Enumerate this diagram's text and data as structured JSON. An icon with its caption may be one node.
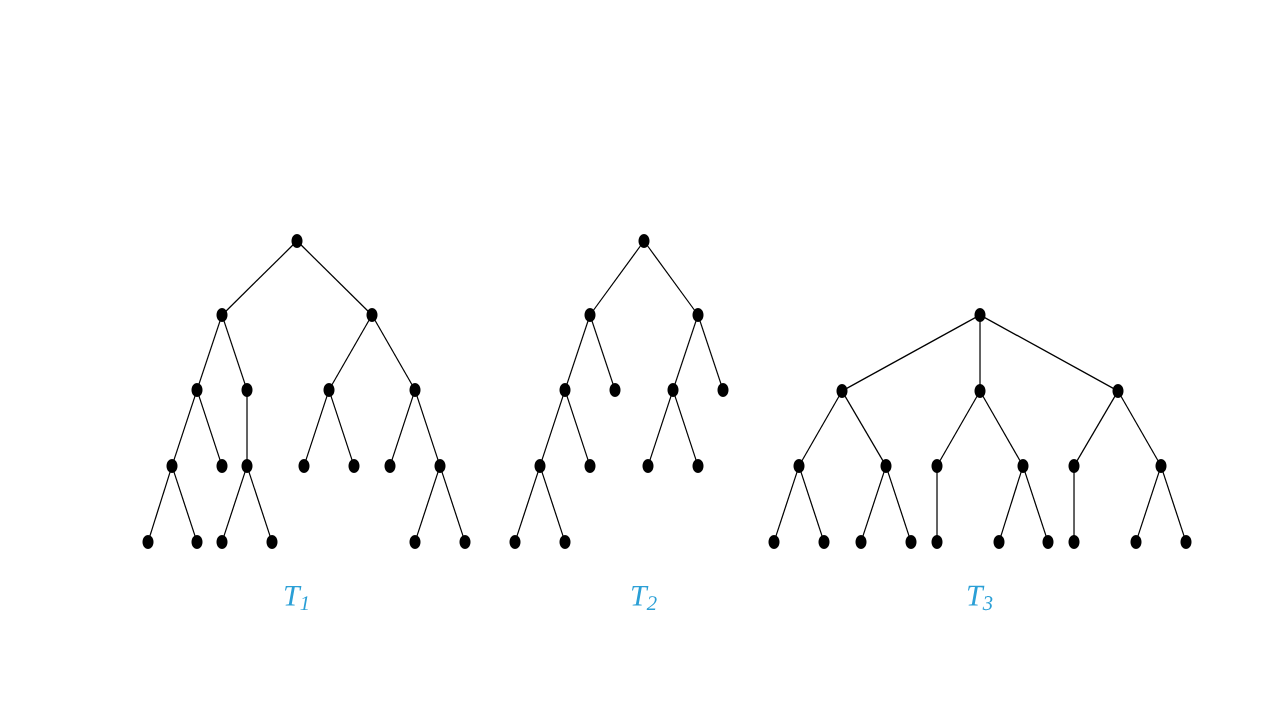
{
  "diagram": {
    "nodes": [
      {
        "text": [],
        "shape": "circle"
      },
      {
        "text": [],
        "shape": "circle"
      },
      {
        "text": [],
        "shape": "circle"
      },
      {
        "text": [],
        "shape": "circle"
      },
      {
        "text": [],
        "shape": "circle"
      },
      {
        "text": [],
        "shape": "circle"
      },
      {
        "text": [],
        "shape": "circle"
      },
      {
        "text": [],
        "shape": "circle"
      },
      {
        "text": [],
        "shape": "circle"
      },
      {
        "text": [],
        "shape": "circle"
      },
      {
        "text": [],
        "shape": "circle"
      },
      {
        "text": [],
        "shape": "circle"
      },
      {
        "text": [],
        "shape": "circle"
      },
      {
        "text": [],
        "shape": "circle"
      },
      {
        "text": [],
        "shape": "circle"
      },
      {
        "text": [],
        "shape": "circle"
      },
      {
        "text": [],
        "shape": "circle"
      },
      {
        "text": [],
        "shape": "circle"
      },
      {
        "text": [],
        "shape": "circle"
      },
      {
        "text": [],
        "shape": "circle"
      },
      {
        "text": [],
        "shape": "circle"
      },
      {
        "text": [],
        "shape": "circle"
      },
      {
        "text": [],
        "shape": "circle"
      },
      {
        "text": [],
        "shape": "circle"
      },
      {
        "text": [],
        "shape": "circle"
      },
      {
        "text": [],
        "shape": "circle"
      },
      {
        "text": [],
        "shape": "circle"
      },
      {
        "text": [],
        "shape": "circle"
      },
      {
        "text": [],
        "shape": "circle"
      },
      {
        "text": [],
        "shape": "circle"
      },
      {
        "text": [],
        "shape": "circle"
      },
      {
        "text": [],
        "shape": "circle"
      },
      {
        "text": [],
        "shape": "circle"
      },
      {
        "text": [],
        "shape": "circle"
      },
      {
        "text": [],
        "shape": "circle"
      },
      {
        "text": [],
        "shape": "circle"
      },
      {
        "text": [],
        "shape": "circle"
      },
      {
        "text": [],
        "shape": "circle"
      },
      {
        "text": [],
        "shape": "circle"
      },
      {
        "text": [],
        "shape": "circle"
      },
      {
        "text": [],
        "shape": "circle"
      },
      {
        "text": [],
        "shape": "circle"
      },
      {
        "text": [],
        "shape": "circle"
      },
      {
        "text": [],
        "shape": "circle"
      },
      {
        "text": [],
        "shape": "circle"
      },
      {
        "text": [],
        "shape": "circle"
      },
      {
        "text": [],
        "shape": "circle"
      },
      {
        "text": [],
        "shape": "circle"
      },
      {
        "text": [],
        "shape": "circle"
      },
      {
        "text": [],
        "shape": "circle"
      },
      {
        "text": [],
        "shape": "circle"
      },
      {
        "text": [],
        "shape": "circle"
      },
      {
        "text": [],
        "shape": "circle"
      }
    ],
    "edges": [
      {
        "from": 0,
        "to": 1,
        "arrow": "none"
      },
      {
        "from": 0,
        "to": 2,
        "arrow": "none"
      },
      {
        "from": 1,
        "to": 3,
        "arrow": "none"
      },
      {
        "from": 1,
        "to": 4,
        "arrow": "none"
      },
      {
        "from": 2,
        "to": 5,
        "arrow": "none"
      },
      {
        "from": 2,
        "to": 6,
        "arrow": "none"
      },
      {
        "from": 3,
        "to": 7,
        "arrow": "none"
      },
      {
        "from": 3,
        "to": 8,
        "arrow": "none"
      },
      {
        "from": 4,
        "to": 9,
        "arrow": "none"
      },
      {
        "from": 5,
        "to": 10,
        "arrow": "none"
      },
      {
        "from": 5,
        "to": 11,
        "arrow": "none"
      },
      {
        "from": 6,
        "to": 12,
        "arrow": "none"
      },
      {
        "from": 6,
        "to": 13,
        "arrow": "none"
      },
      {
        "from": 7,
        "to": 14,
        "arrow": "none"
      },
      {
        "from": 7,
        "to": 15,
        "arrow": "none"
      },
      {
        "from": 9,
        "to": 16,
        "arrow": "none"
      },
      {
        "from": 9,
        "to": 17,
        "arrow": "none"
      },
      {
        "from": 13,
        "to": 18,
        "arrow": "none"
      },
      {
        "from": 13,
        "to": 19,
        "arrow": "none"
      },
      {
        "from": 20,
        "to": 21,
        "arrow": "none"
      },
      {
        "from": 20,
        "to": 22,
        "arrow": "none"
      },
      {
        "from": 21,
        "to": 23,
        "arrow": "none"
      },
      {
        "from": 21,
        "to": 24,
        "arrow": "none"
      },
      {
        "from": 22,
        "to": 25,
        "arrow": "none"
      },
      {
        "from": 22,
        "to": 26,
        "arrow": "none"
      },
      {
        "from": 23,
        "to": 27,
        "arrow": "none"
      },
      {
        "from": 23,
        "to": 28,
        "arrow": "none"
      },
      {
        "from": 25,
        "to": 29,
        "arrow": "none"
      },
      {
        "from": 25,
        "to": 30,
        "arrow": "none"
      },
      {
        "from": 27,
        "to": 31,
        "arrow": "none"
      },
      {
        "from": 27,
        "to": 32,
        "arrow": "none"
      },
      {
        "from": 33,
        "to": 34,
        "arrow": "none"
      },
      {
        "from": 33,
        "to": 35,
        "arrow": "none"
      },
      {
        "from": 33,
        "to": 36,
        "arrow": "none"
      },
      {
        "from": 34,
        "to": 37,
        "arrow": "none"
      },
      {
        "from": 34,
        "to": 38,
        "arrow": "none"
      },
      {
        "from": 35,
        "to": 39,
        "arrow": "none"
      },
      {
        "from": 35,
        "to": 40,
        "arrow": "none"
      },
      {
        "from": 36,
        "to": 41,
        "arrow": "none"
      },
      {
        "from": 36,
        "to": 42,
        "arrow": "none"
      },
      {
        "from": 37,
        "to": 43,
        "arrow": "none"
      },
      {
        "from": 37,
        "to": 44,
        "arrow": "none"
      },
      {
        "from": 38,
        "to": 45,
        "arrow": "none"
      },
      {
        "from": 38,
        "to": 46,
        "arrow": "none"
      },
      {
        "from": 39,
        "to": 47,
        "arrow": "none"
      },
      {
        "from": 40,
        "to": 48,
        "arrow": "none"
      },
      {
        "from": 40,
        "to": 49,
        "arrow": "none"
      },
      {
        "from": 41,
        "to": 50,
        "arrow": "none"
      },
      {
        "from": 42,
        "to": 51,
        "arrow": "none"
      },
      {
        "from": 42,
        "to": 52,
        "arrow": "none"
      }
    ],
    "labels": [
      "T$_{1}$",
      "T$_{2}$",
      "T$_{3}$"
    ]
  }
}
